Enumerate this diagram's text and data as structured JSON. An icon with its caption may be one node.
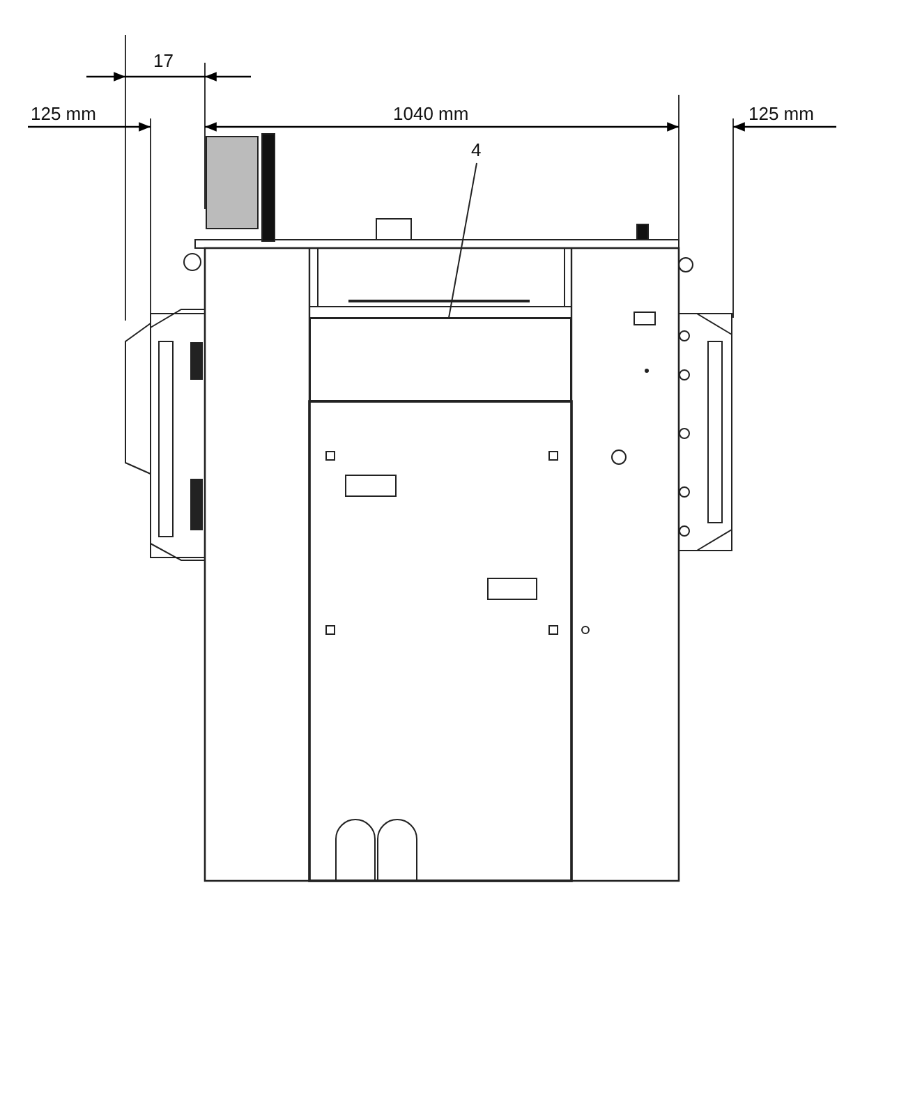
{
  "diagram": {
    "nodes": [
      {
        "text": [
          "4"
        ]
      },
      {
        "text": [],
        "shape": "box"
      }
    ],
    "edges": [
      {
        "from": 0,
        "to": 1,
        "arrow": "none"
      }
    ],
    "labels": [
      "17",
      "125 mm",
      "1040 mm",
      "125 mm"
    ]
  }
}
